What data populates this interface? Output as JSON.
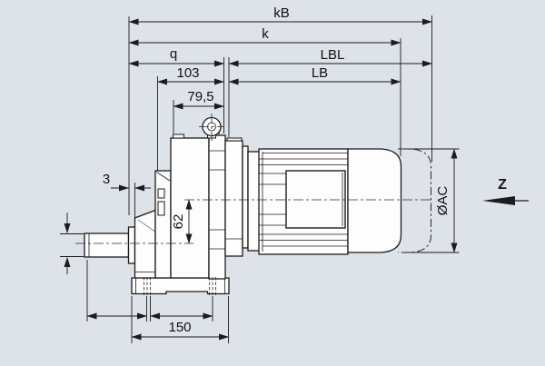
{
  "drawing_type": "gearmotor-dimension-drawing",
  "colors": {
    "background": "#dde3e9",
    "line": "#1c1c1c",
    "body_fill": "#fdfdfd",
    "text": "#111111"
  },
  "dims": {
    "kb": "kB",
    "k": "k",
    "q": "q",
    "lbl": "LBL",
    "lb": "LB",
    "d103": "103",
    "d79_5": "79,5",
    "d3": "3",
    "d62": "62",
    "d150": "150",
    "ac": "ØAC"
  },
  "view": {
    "z": "Z"
  }
}
